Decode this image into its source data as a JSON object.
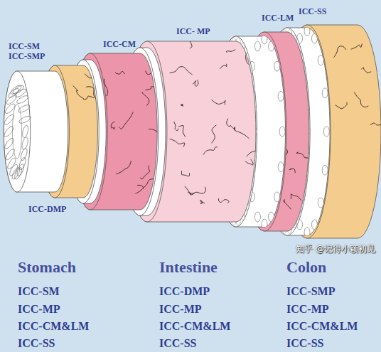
{
  "diagram": {
    "labels": [
      "ICC-SM",
      "ICC-SMP",
      "ICC-CM",
      "ICC- MP",
      "ICC-LM",
      "ICC-SS",
      "ICC-DMP",
      "Stomach",
      "Intestine",
      "Colon",
      "ICC-SM",
      "ICC-MP",
      "ICC-CM&LM",
      "ICC-SS",
      "ICC-DMP",
      "ICC-MP",
      "ICC-CM&LM",
      "ICC-SS",
      "ICC-SMP",
      "ICC-MP",
      "ICC-CM&LM",
      "ICC-SS",
      "知乎 @记得小颖初见"
    ]
  }
}
